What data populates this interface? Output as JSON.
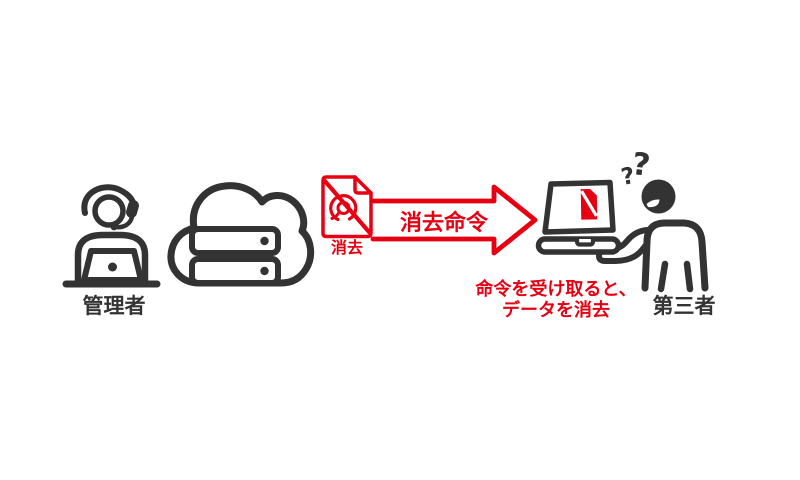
{
  "colors": {
    "accent_red": "#E60012",
    "icon_dark": "#333333",
    "background": "#FFFFFF"
  },
  "diagram": {
    "admin": {
      "icon": "operator-with-headset-at-laptop",
      "label": "管理者"
    },
    "cloud": {
      "icon": "cloud-with-server-racks"
    },
    "erase_doc": {
      "icon": "document-data-erase",
      "label": "消去"
    },
    "arrow": {
      "icon": "right-block-arrow-outline",
      "label": "消去命令"
    },
    "receiver": {
      "laptop_icon": "laptop-with-erased-file",
      "person_icon": "confused-person-holding-laptop",
      "question_mark_large": "?",
      "question_mark_small": "?",
      "note_line1": "命令を受け取ると、",
      "note_line2": "データを消去",
      "label": "第三者"
    }
  }
}
